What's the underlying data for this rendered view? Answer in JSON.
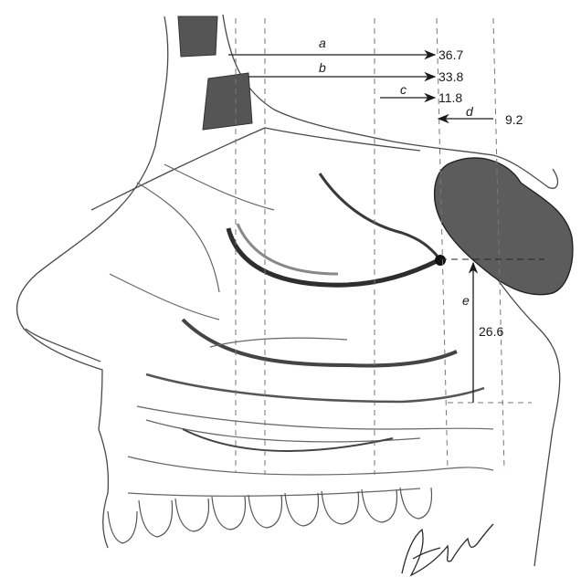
{
  "measurements": [
    {
      "letter": "a",
      "value": "36.7"
    },
    {
      "letter": "b",
      "value": "33.8"
    },
    {
      "letter": "c",
      "value": "11.8"
    },
    {
      "letter": "d",
      "value": "9.2"
    },
    {
      "letter": "e",
      "value": "26.6"
    }
  ],
  "signature": "RMaxwell",
  "colors": {
    "ink": "#1a1a1a",
    "shade": "#555555",
    "dark": "#3a3a3a"
  }
}
